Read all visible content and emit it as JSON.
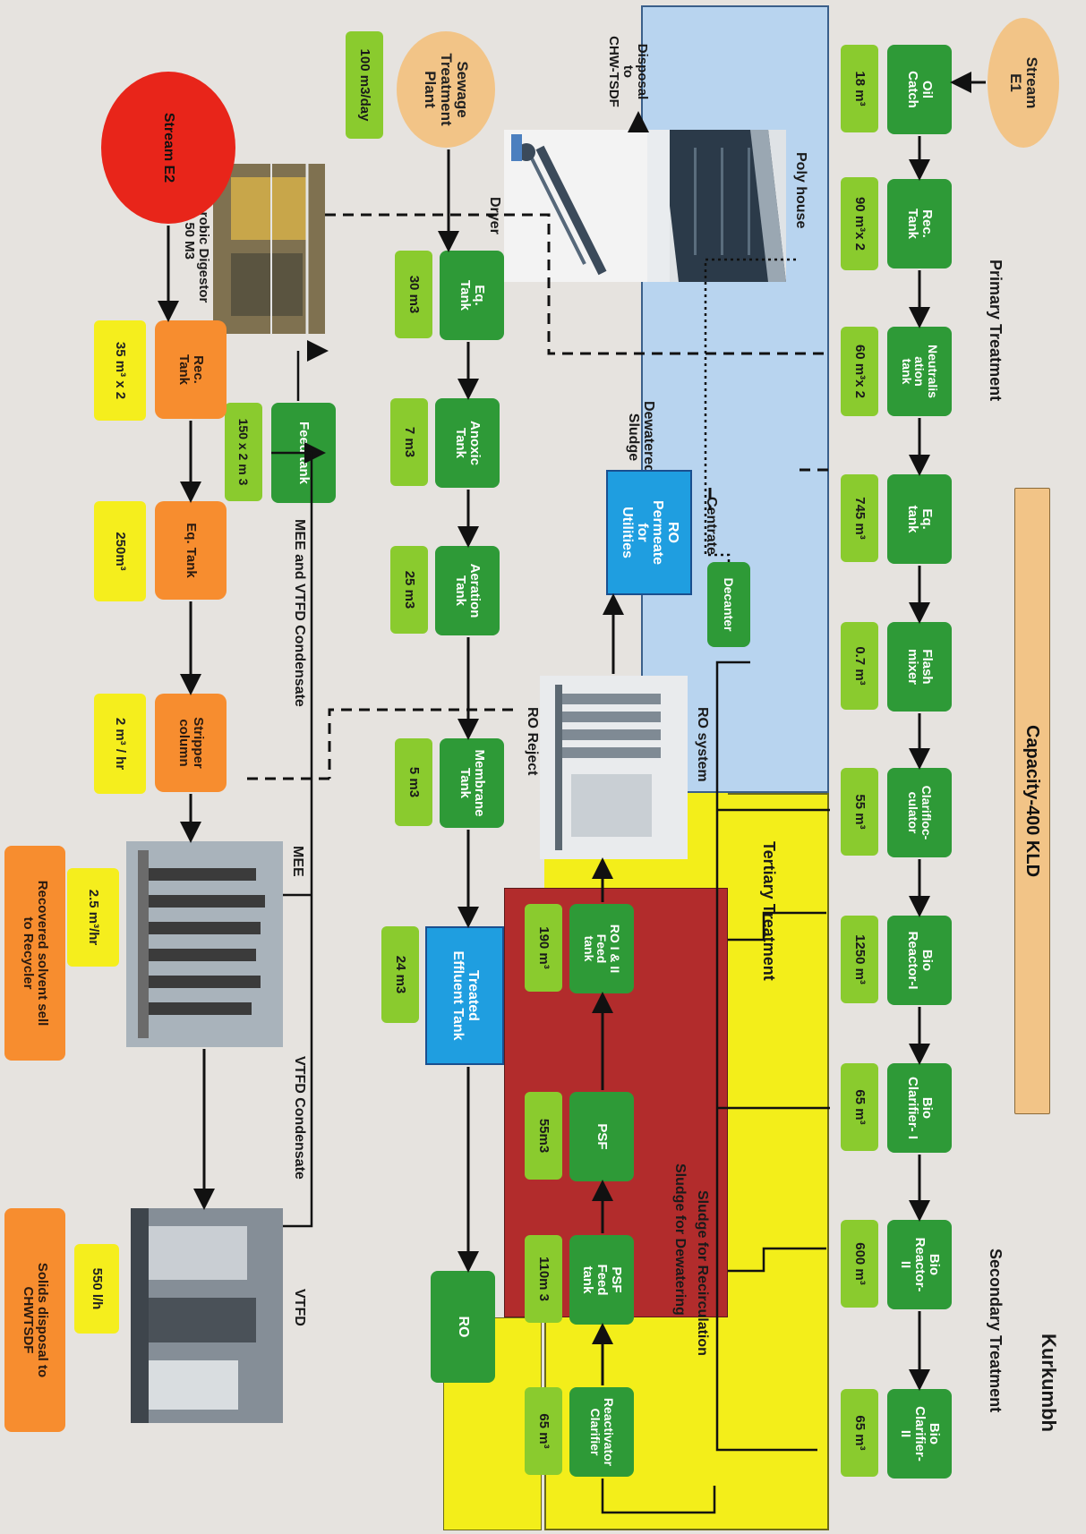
{
  "header": {
    "capacity": "Capacity-400 KLD",
    "location": "Kurkumbh"
  },
  "zones": {
    "primary": "Primary Treatment",
    "secondary": "Secondary Treatment",
    "tertiary": "Tertiary Treatment"
  },
  "stream_e1": "Stream\nE1",
  "stream_e2": "Stream E2",
  "primary_units": [
    {
      "name": "Oil\nCatch",
      "volume": "18 m³"
    },
    {
      "name": "Rec.\nTank",
      "volume": "90 m³x 2"
    },
    {
      "name": "Neutralis\nation\ntank",
      "volume": "60 m³x 2"
    },
    {
      "name": "Eq.\ntank",
      "volume": "745 m³"
    },
    {
      "name": "Flash\nmixer",
      "volume": "0.7 m³"
    },
    {
      "name": "Clarifloc-\nculator",
      "volume": "55 m³"
    }
  ],
  "secondary_units": [
    {
      "name": "Bio\nReactor-I",
      "volume": "1250 m³"
    },
    {
      "name": "Bio\nClarifier- I",
      "volume": "65 m³"
    },
    {
      "name": "Bio\nReactor-\nII",
      "volume": "600 m³"
    },
    {
      "name": "Bio\nClarifier-\nII",
      "volume": "65 m³"
    }
  ],
  "tertiary_units": [
    {
      "name": "RO I & II\nFeed\ntank",
      "volume": "190 m³"
    },
    {
      "name": "PSF",
      "volume": "55m3"
    },
    {
      "name": "PSF\nFeed\ntank",
      "volume": "110m 3"
    },
    {
      "name": "Reactivator\nClarifier",
      "volume": "65 m³"
    }
  ],
  "stp": {
    "name": "Sewage\nTreatment\nPlant",
    "capacity": "100 m3/day"
  },
  "stp_units": [
    {
      "name": "Eq.\nTank",
      "volume": "30 m3"
    },
    {
      "name": "Anoxic\nTank",
      "volume": "7 m3"
    },
    {
      "name": "Aeration\nTank",
      "volume": "25 m3"
    },
    {
      "name": "Membrane\nTank",
      "volume": "5 m3"
    }
  ],
  "treated_effluent": {
    "name": "Treated\nEffluent Tank",
    "volume": "24 m3"
  },
  "ro_final": "RO",
  "e2_units": [
    {
      "name": "Rec.\nTank",
      "volume": "35 m³ x 2"
    },
    {
      "name": "Eq. Tank",
      "volume": "250m³"
    },
    {
      "name": "Stripper\ncolumn",
      "volume": "2 m³ / hr"
    }
  ],
  "mee_flow": "2.5 m³/hr",
  "recovered_solvent": "Recovered solvent sell\nto Recycler",
  "vtfd_flow": "550 l/h",
  "solids_disposal": "Solids disposal to\nCHWTSDF",
  "feed_tank": {
    "name": "Feed tank",
    "volume": "150 x 2 m 3"
  },
  "ro_permeate": "RO\nPermeate\nfor\nUtilities",
  "decanter": "Decanter",
  "labels": {
    "poly_house": "Poly house",
    "dryer": "Dryer",
    "disposal": "Disposal\nto\nCHW-TSDF",
    "anaerobic": "Anaerobic Digestor\n50 M3",
    "dewatered_sludge": "Dewatered\nSludge",
    "centrate": "Centrate",
    "ro_system": "RO system",
    "ro_reject": "RO Reject",
    "mee_vtfd_condensate": "MEE and VTFD Condensate",
    "mee": "MEE",
    "vtfd_condensate": "VTFD Condensate",
    "vtfd": "VTFD",
    "sludge_recirculation": "Sludge for Recirculation",
    "sludge_dewatering": "Sludge for Dewatering"
  },
  "colors": {
    "green": "#2e9a37",
    "light_green": "#8acb2e",
    "orange": "#f78d2f",
    "yellow": "#f5ee1d",
    "blue_zone": "#b8d4ef",
    "red_zone": "#b22c2c",
    "stream_e2": "#e8251a",
    "tan": "#f2c487"
  }
}
